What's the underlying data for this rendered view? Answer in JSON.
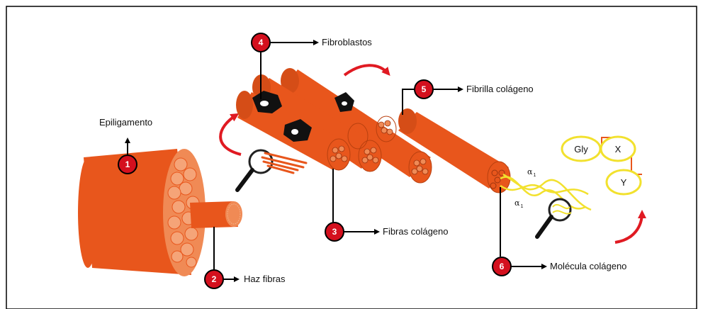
{
  "labels": {
    "epiligamento": "Epiligamento",
    "haz_fibras": "Haz fibras",
    "fibras_colageno": "Fibras colágeno",
    "fibroblastos": "Fibroblastos",
    "fibrilla_colageno": "Fibrilla colágeno",
    "molecula_colageno": "Molécula colágeno"
  },
  "markers": [
    "1",
    "2",
    "3",
    "4",
    "5",
    "6"
  ],
  "amino_acids": [
    "Gly",
    "X",
    "Y"
  ],
  "chains": {
    "alpha_symbol": "α",
    "alpha_index": "1"
  },
  "colors": {
    "tissue": "#e8561c",
    "tissue_dark": "#b8400f",
    "tissue_light": "#f2884e",
    "marker": "#d4101e",
    "helix": "#f2e12e",
    "arrow": "#e01a22",
    "frame": "#000000"
  }
}
